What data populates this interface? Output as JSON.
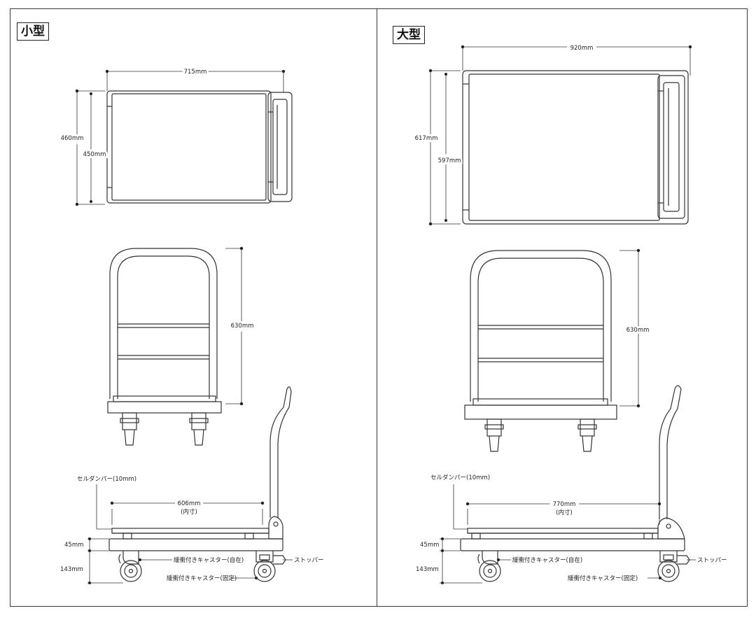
{
  "small": {
    "title": "小型",
    "top_width": "715mm",
    "top_outer_depth": "460mm",
    "top_inner_depth": "450mm",
    "handle_height": "630mm",
    "bed_length": "606mm",
    "bed_length_note": "(内寸)",
    "bumper_label": "セルダンパー(10mm)",
    "deck_thickness": "45mm",
    "wheel_height": "143mm",
    "caster_swivel": "緩衝付きキャスター(自在)",
    "caster_fixed": "緩衝付きキャスター(固定)",
    "stopper": "ストッパー"
  },
  "large": {
    "title": "大型",
    "top_width": "920mm",
    "top_outer_depth": "617mm",
    "top_inner_depth": "597mm",
    "handle_height": "630mm",
    "bed_length": "770mm",
    "bed_length_note": "(内寸)",
    "bumper_label": "セルダンパー(10mm)",
    "deck_thickness": "45mm",
    "wheel_height": "143mm",
    "caster_swivel": "緩衝付きキャスター(自在)",
    "caster_fixed": "緩衝付きキャスター(固定)",
    "stopper": "ストッパー"
  }
}
